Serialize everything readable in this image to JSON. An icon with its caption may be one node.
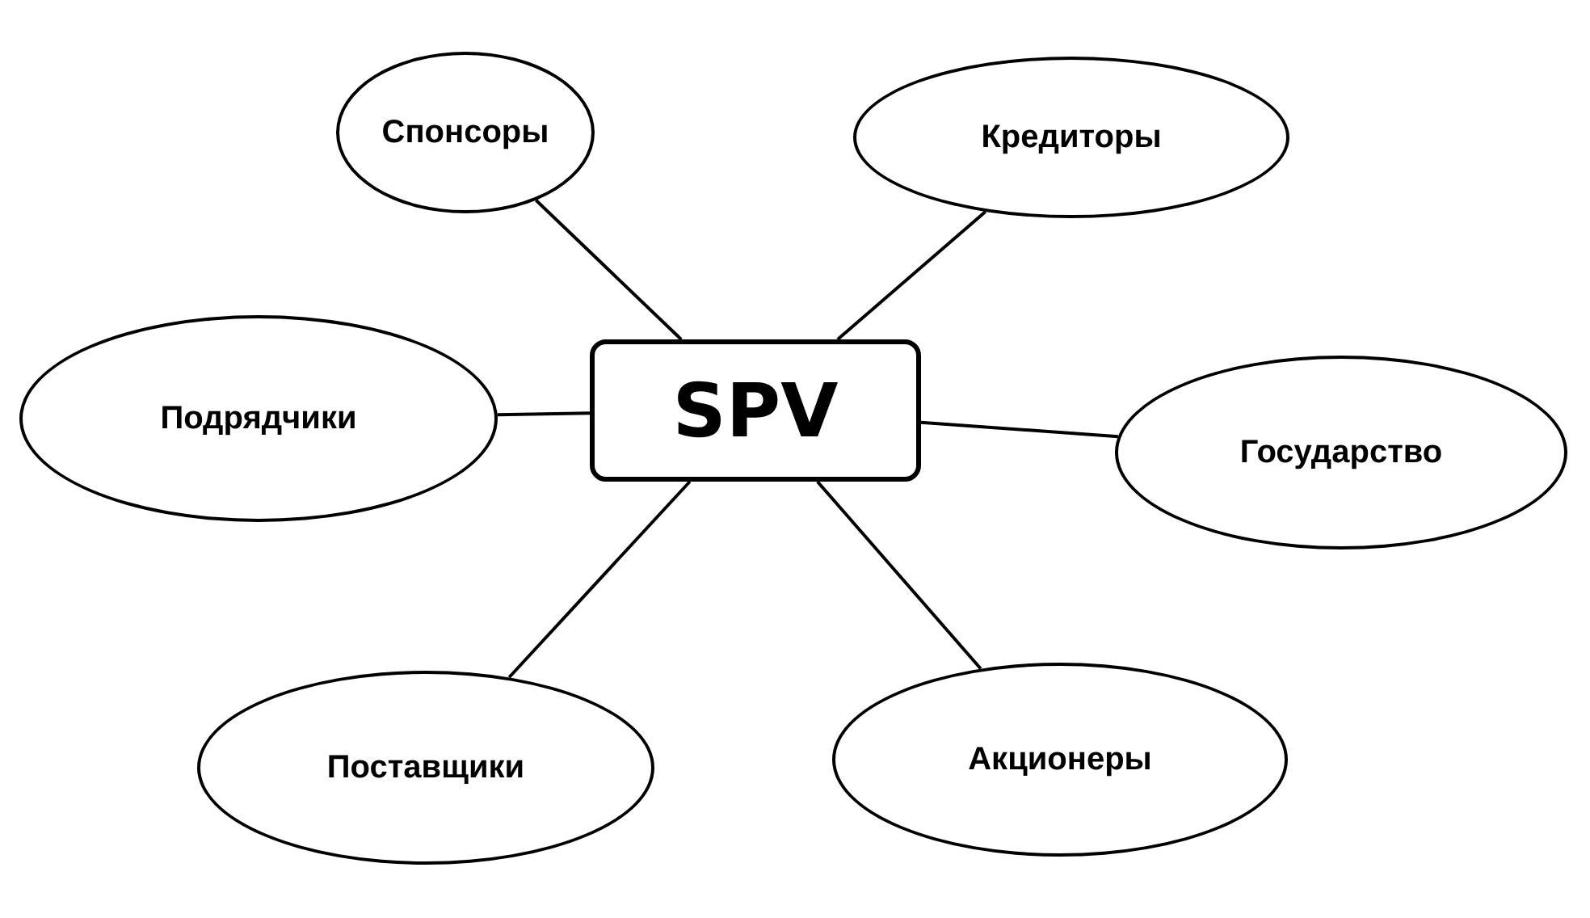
{
  "diagram": {
    "nodes": [
      {
        "text": [
          "Спонсоры"
        ]
      },
      {
        "text": [
          "Кредиторы"
        ]
      },
      {
        "text": [
          "Подрядчики"
        ]
      },
      {
        "text": [
          "SPV"
        ]
      },
      {
        "text": [
          "Государство"
        ]
      },
      {
        "text": [
          "Поставщики"
        ]
      },
      {
        "text": [
          "Акционеры"
        ]
      }
    ],
    "edges": [
      {
        "from": 3,
        "to": 0,
        "arrow": "none"
      },
      {
        "from": 3,
        "to": 1,
        "arrow": "none"
      },
      {
        "from": 3,
        "to": 2,
        "arrow": "none"
      },
      {
        "from": 3,
        "to": 4,
        "arrow": "none"
      },
      {
        "from": 3,
        "to": 5,
        "arrow": "none"
      },
      {
        "from": 3,
        "to": 6,
        "arrow": "none"
      }
    ]
  }
}
